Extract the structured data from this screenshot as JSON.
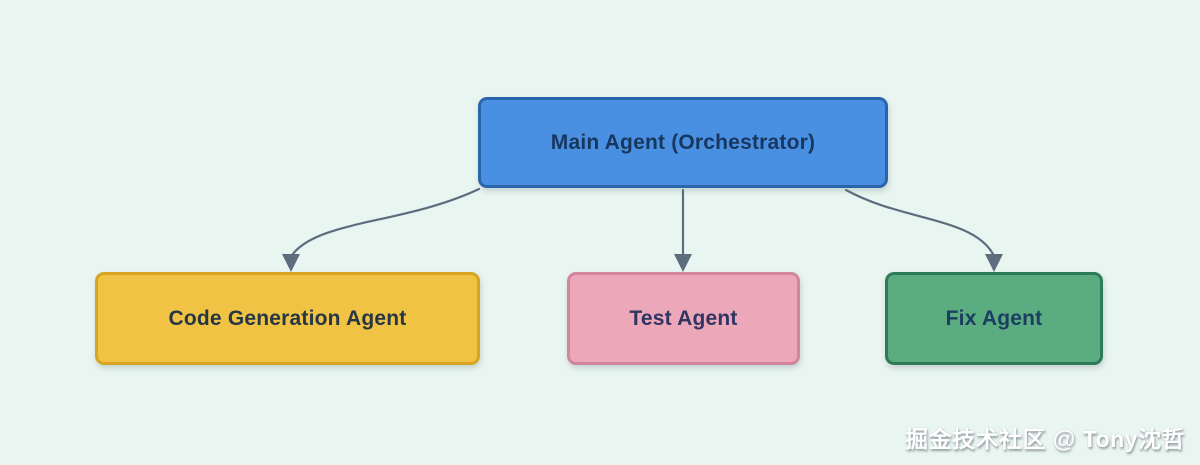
{
  "canvas": {
    "background": "#e9f5f0"
  },
  "diagram": {
    "connector_color": "#5d6d7e",
    "nodes": [
      {
        "id": "main-agent",
        "label": "Main Agent (Orchestrator)",
        "fill": "#4a90e2",
        "border": "#2a65ab",
        "text_color": "#17375f"
      },
      {
        "id": "code-generation-agent",
        "label": "Code Generation Agent",
        "fill": "#f0c344",
        "border": "#d9a521",
        "text_color": "#263645"
      },
      {
        "id": "test-agent",
        "label": "Test Agent",
        "fill": "#eca7b9",
        "border": "#d2859d",
        "text_color": "#303564"
      },
      {
        "id": "fix-agent",
        "label": "Fix Agent",
        "fill": "#5bac80",
        "border": "#2d7c57",
        "text_color": "#1c3d60"
      }
    ],
    "connectors": [
      {
        "from": "main-agent",
        "to": "code-generation-agent"
      },
      {
        "from": "main-agent",
        "to": "test-agent"
      },
      {
        "from": "main-agent",
        "to": "fix-agent"
      }
    ]
  },
  "watermark": {
    "text": "掘金技术社区 @ Tony沈哲",
    "color": "#ffffff"
  }
}
